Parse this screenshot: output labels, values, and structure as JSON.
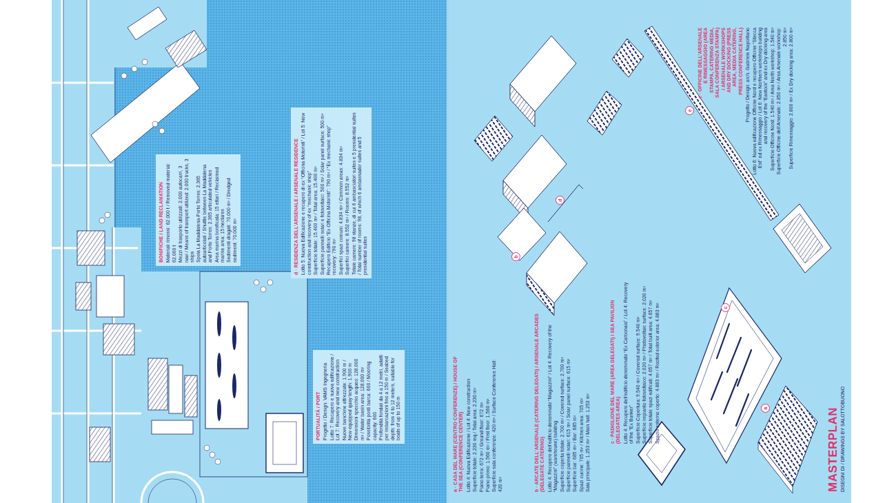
{
  "diagram": {
    "title": "MASTERPLAN",
    "caption": "DISEGNI DI / DRAWINGS BY SALOTTOBUONO",
    "nodes": [
      {
        "text": [
          "BONIFICHE / LAND RECLAMATION",
          "Materiali rimossi: 62.000 t / Removed material: 62.000 t",
          "Mezzi di trasporto utilizzati: 2.000 autocarri, 3 navi / Means of transport utilized: 2.000 trucks, 3 ships",
          "Spola La Maddalena-Porto Torres: 2.365 autoarticolati / Shuttle between La Maddalena and Porto Torres: 2.365 articulated vehicles",
          "Area marina bonificata: 15 ettari / Reclaimed marine area: 15 hectares",
          "Sedimenti dragati: 70.000 m³ / Dredged sediment: 70.000 m³"
        ]
      },
      {
        "text": [
          "d · RESIDENZA DELL’ARSENALE / ARSENALE RESIDENCE",
          "Lotto 5: Nuova Edificazione e recupero di ex “Officina Motoristi” / Lot 5: New construction and recovery of ex “mechanic shop”",
          "Superficie totale: 15.400 m² / Total area: 15.400 m²",
          "Superficie pannelli solari e fotovoltaici: 500 m² / Solar panel surface: 500 m²",
          "Recupero Edificio “Ex Officina Motoristi”: 790 m² / “Ex mechanic shop” recovery: 790 m²",
          "Superfici spazi comuni: 4.834 m² / Common areas: 4.834 m²",
          "Superfici camere: 8.552 m² / Rooms: 8.552 m²",
          "Totale camere: 98 stanze, di cui 6 ambasciatori suites e 5 presidential suites / Total number of rooms: 98, of which 6 ambassador suites and 5 presidential suites"
        ]
      },
      {
        "text": [
          "PORTUALITÀ / PORT",
          "Progetto / Design: VAMS Ingegneria",
          "Lotto 7: Recupero e nuova edificazione / Lot 7: Recovery and new construction",
          "Nuove banchine attrezzate: 1.900 m / New equipped quay length: 1.900 m",
          "Dimensioni specchio acqueo: 128.000 m² / Water basin area: 128.000 m²",
          "Possibilità posti barca: 600 / Mooring capacity: 600",
          "Profondità fondali da 4 a 12 metri, adatti per imbarcazioni fino a 150 m / Seabed depth: from 4 to 12 meters, suitable for boats of up to 150 m"
        ]
      },
      {
        "text": [
          "a · CASA DEL MARE (CENTRO CONFERENZE) / HOUSE OF THE SEA (CONFERENCE CENTER)",
          "Lotto 4: Nuova Edificazione / Lot 4: New construction",
          "Superficie totale: 2.230 mq / Total area: 2.230 m²",
          "Piano terra: 672 m² / Ground floor: 672 m²",
          "Piano primo: 1.560 m² / First floor: 1.560 m²",
          "Superficie sala conferenze: 420 m² / Surface Conference Hall: 420 m²"
        ]
      },
      {
        "text": [
          "b · ARCATE DELL’ARSENALE (CATERING DELEGATI) / ARSENALE ARCADES (DELEGATE CATERING)",
          "Lotto 4: Recupero dell’edificio denominato “Magazzini” / Lot 4: Recovery of the “Magazzini” (warehouse) building",
          "Superficie coperta totale: 2.700 m² / Covered surface: 2.700 m²",
          "Superficie pannelli solari: 615 m² / Solar panel surface: 615 m²",
          "Superficie bar: 685 m² / Bar: 685 m²",
          "Spazi cucine: 705 m² / Kitchen area: 705 m²",
          "Sala principale: 1.253 m² / Main hall: 1.253 m²"
        ]
      },
      {
        "text": [
          "c · PADIGLIONE DEL MARE (AREA DELEGATI) / SEA PAVILION (DELEGATES AREA)",
          "Lotto 4: Recupero dell’edificio denominato “Ex Carbonaia” / Lot 4: Recovery of the “Ex Bunker”",
          "Superficie Copertura: 9.540 m² / Covered surface: 9.540 m²",
          "Superficie impianto fotovoltaico: 2.020 m² / Photovoltaic surface: 2.020 m²",
          "Superficie totale spazi edificati: 4.657 m² / Total built area: 4.657 m²",
          "Spazio esterno coperto: 4.883 m² / Roofed exterior area: 4.883 m²"
        ]
      },
      {
        "text": [
          "e · OFFICINE DELL’ARSENALE E RIMESSAGGIO (AREA STAMPA, CATERING MEDIA, SALA CONFERENZA STAMPA) / ARSENALE WORKSHOPS AND DRY DOCKING (PRESS AREA, MEDIA CATERING, PRESS CONFERENCE HALL)",
          "Progetto / Design: arch. Gabriele Napolitano",
          "Lotto 6: Nuova edificazione Officine Nord e recupero Officine “Stecca Est” ed ex Rimessaggio / Lot 6: New Northern workshops building and recovery of the “Eastock” and ex Dry docking area",
          "Superficie Officine Nord: 1.540 m² / Area North workshop: 1.540 m²",
          "Superficie Officine dell’Arsenale: 2.850 m² / Area Arsenale workshop: 2.850 m²",
          "Superficie Rimessaggio: 2.800 m² / Ex Dry docking area: 2.800 m²"
        ]
      }
    ],
    "labels": [
      "e",
      "d",
      "b",
      "c",
      "a"
    ]
  }
}
